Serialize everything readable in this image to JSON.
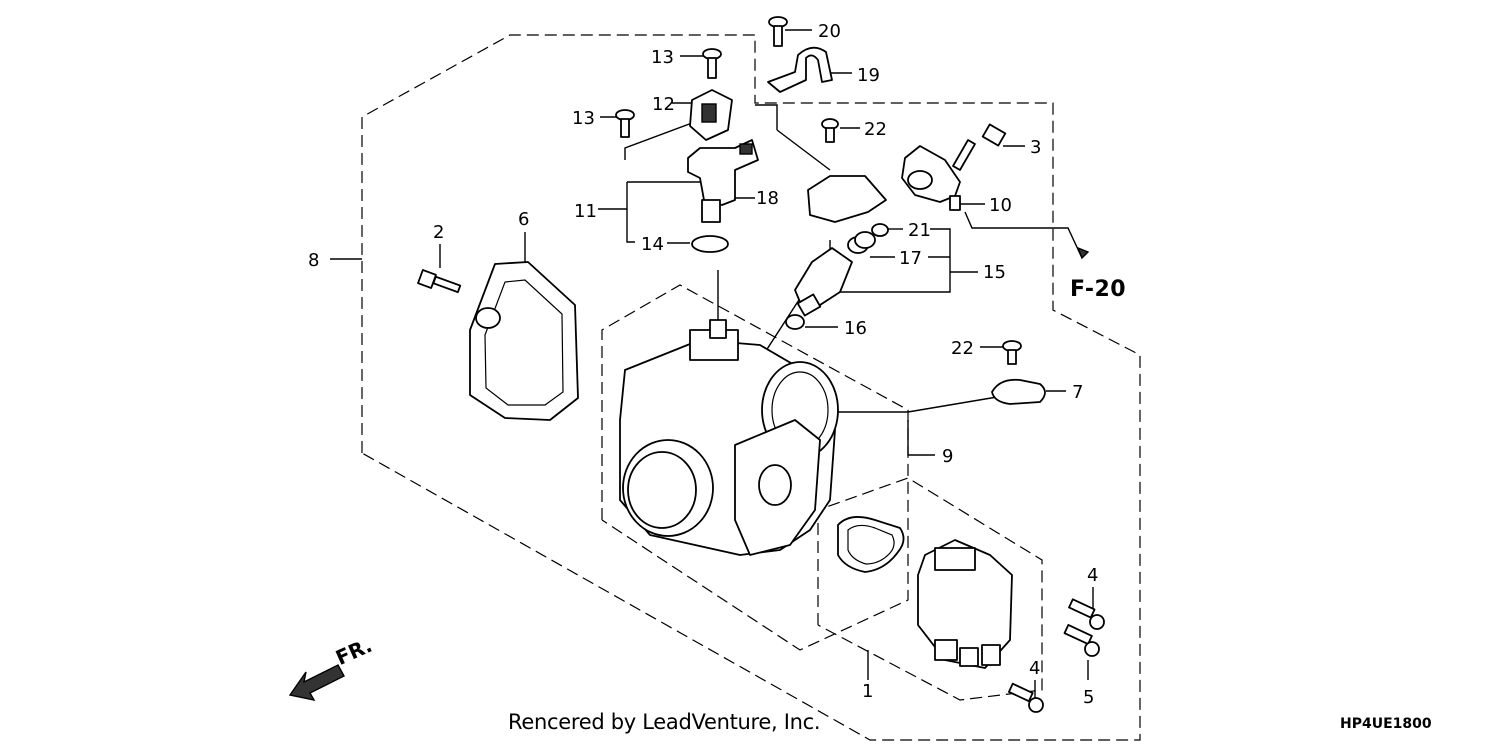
{
  "callouts": {
    "c1": "1",
    "c2": "2",
    "c3": "3",
    "c4a": "4",
    "c4b": "4",
    "c5": "5",
    "c6": "6",
    "c7": "7",
    "c8": "8",
    "c9": "9",
    "c10": "10",
    "c11": "11",
    "c12": "12",
    "c13a": "13",
    "c13b": "13",
    "c14": "14",
    "c15": "15",
    "c16": "16",
    "c17": "17",
    "c18": "18",
    "c19": "19",
    "c20": "20",
    "c21": "21",
    "c22a": "22",
    "c22b": "22"
  },
  "reference_label": "F-20",
  "front_indicator": "FR.",
  "credit": "Rencered by LeadVenture, Inc.",
  "diagram_code": "HP4UE1800"
}
